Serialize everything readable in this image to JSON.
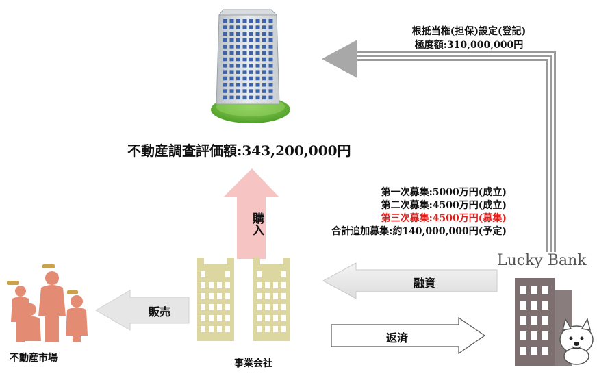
{
  "mortgage": {
    "line1": "根抵当権(担保)設定(登記)",
    "line2": "極度額:310,000,000円"
  },
  "valuation": "不動産調査評価額:343,200,000円",
  "purchase_label": "購入",
  "fundraising": {
    "round1": "第一次募集:5000万円(成立)",
    "round2": "第二次募集:4500万円(成立)",
    "round3": "第三次募集:4500万円(募集)",
    "total": "合計追加募集:約140,000,000円(予定)",
    "round3_color": "#e0201c"
  },
  "bank_name": "Lucky Bank",
  "loan_label": "融資",
  "repay_label": "返済",
  "sales_label": "販売",
  "market_label": "不動産市場",
  "company_label": "事業会社",
  "colors": {
    "pink_arrow": "#f7c4c4",
    "gray_arrow": "#e6e6e6",
    "market_people": "#e38b73",
    "company_building": "#dcd7a0",
    "bank_building": "#7d6f70",
    "tower_window": "#3e63a8",
    "tower_base": "#6fbf3a"
  }
}
